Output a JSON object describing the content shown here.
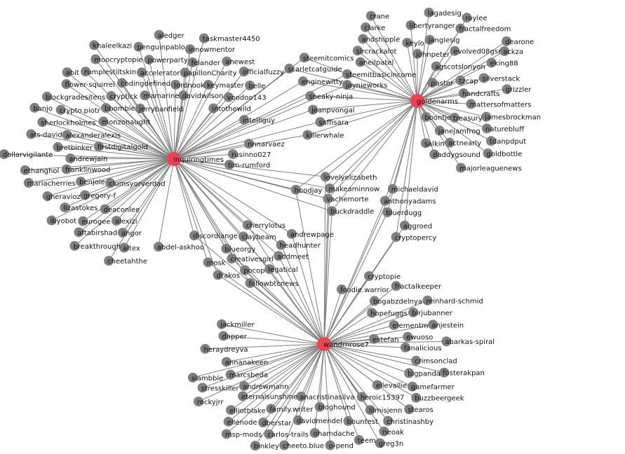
{
  "graph": {
    "edge_color": "#808080",
    "leaf_color": "#808080",
    "hub_color": "#f04150",
    "hubs": [
      {
        "id": "inquiringtimes",
        "label": "inquiringtimes"
      },
      {
        "id": "goldenarms",
        "label": "goldenarms"
      },
      {
        "id": "wandrnrose7",
        "label": "wandrnrose7"
      }
    ],
    "clusters": [
      {
        "id": "inq-leaves",
        "hubs": [
          "inquiringtimes"
        ],
        "labels": [
          "abdel-askhoo",
          "altex",
          "angor",
          "alexizi",
          "cheetahthe",
          "breakthrough",
          "deaconlee",
          "aftabirshad",
          "eurogee",
          "lizastokes",
          "gregory-f",
          "ibyobot",
          "gheravioz",
          "benjoie",
          "franklinwood",
          "clumsyorverdad",
          "mariacherries",
          "andrewjain",
          "ethanghol",
          "bretbinker",
          "alexanderalexis",
          "firstdigitalgold",
          "dollarvigilante",
          "sherlockholmes",
          "ats-david",
          "crypto.piotr",
          "blockgradesitens",
          "monzonaught",
          "bbombie",
          "flower-squirrel",
          "banjo",
          "cryptick",
          "rumplestiltskin",
          "abit",
          "codingdefined",
          "moocryptopie",
          "khaleelkazi",
          "mamarine",
          "accelerator",
          "penguinpablo",
          "powerparty",
          "jerrybanfield",
          "lordnook",
          "aledger",
          "papillonCharity",
          "innowmentor",
          "felander",
          "davidwilson",
          "keymaster",
          "anewest",
          "taskmaster4450",
          "officialfuzzy",
          "voodoo143",
          "intothewild",
          "belle"
        ]
      },
      {
        "id": "inq-solo",
        "hubs": [
          "inquiringtimes"
        ],
        "labels": [
          "intelliguy",
          "nnnarvaez",
          "rusinno027",
          "tim-rumford"
        ]
      },
      {
        "id": "inq-gold",
        "hubs": [
          "inquiringtimes",
          "goldenarms"
        ],
        "labels": [
          "enginewitty",
          "jeanpvongal",
          "saffisara",
          "sneaky-ninja",
          "jaynieworks",
          "steemitbasicincome",
          "scarletcatguide",
          "killerwhale",
          "steemitcomics"
        ]
      },
      {
        "id": "triple",
        "hubs": [
          "inquiringtimes",
          "goldenarms",
          "wandrnrose7"
        ],
        "labels": [
          "vachemorte",
          "buckdraddle",
          "makeaminnow",
          "lovelyelizabeth",
          "hoodjay"
        ]
      },
      {
        "id": "gold-leaves",
        "hubs": [
          "goldenarms"
        ],
        "labels": [
          "sircrackalot",
          "aneilpatel",
          "andshipple",
          "clarke",
          "crane",
          "keylo",
          "libertyranger",
          "johnpeter",
          "janglesig",
          "lagadesig",
          "evolved08gsr",
          "agscotslonyon",
          "fractalfreedom",
          "roylee",
          "eking88",
          "tzcap",
          "silverstack",
          "handcrafts",
          "ackza",
          "dearone",
          "mattersofmatters",
          "pastor",
          "grizzler",
          "jamesbrockman",
          "naturebluff",
          "treasury",
          "tdanpdput",
          "janejamfrog",
          "goldbottle",
          "actnearly",
          "daddygsound",
          "boontje",
          "majorleaguenews",
          "salkin"
        ]
      },
      {
        "id": "gold-wand",
        "hubs": [
          "goldenarms",
          "wandrnrose7"
        ],
        "labels": [
          "aggroed",
          "bluerdugg",
          "anthonyadams",
          "cryptopercy",
          "michaeldavid"
        ]
      },
      {
        "id": "inq-wand",
        "hubs": [
          "inquiringtimes",
          "wandrnrose7"
        ],
        "labels": [
          "drakos",
          "blueorgy",
          "mosk",
          "creativesgirl",
          "pocop",
          "claybeam",
          "legatical",
          "addmeet",
          "followbtcnews",
          "cherrylotus",
          "headhunter",
          "andrewpage",
          "discordiange"
        ]
      },
      {
        "id": "wand-solo",
        "hubs": [
          "wandrnrose7"
        ],
        "labels": [
          "cryptopie",
          "foodie.warrior"
        ]
      },
      {
        "id": "wand-leaves",
        "hubs": [
          "wandrnrose7"
        ],
        "labels": [
          "bogabzdelnya",
          "hopefuggs",
          "fractalkeeper",
          "birjubanner",
          "elementm",
          "reinhard-schmid",
          "anjestein",
          "ewuoso",
          "fanalicious",
          "estefan",
          "abarkas-spiral",
          "crimsonclad",
          "bigpanda",
          "fosterakpan",
          "gamefarmer",
          "ellevallie",
          "buzzbeergeek",
          "stearos",
          "heroic15397",
          "lilmisjenn",
          "christinashby",
          "neoak",
          "greg3n",
          "bountest",
          "teem",
          "ohamdache",
          "o-pend",
          "bloghound",
          "anacristinasilva",
          "cheeto.blue",
          "davidmendel",
          "carlos-trails",
          "family.writer",
          "dberstar",
          "binkley",
          "eternalsunshine",
          "elliotblake",
          "ellenode",
          "msp-mods",
          "andrewmann",
          "marcsbeda",
          "stresskiller",
          "rockyjrr",
          "slambble",
          "annanakeen",
          "heraydreyva",
          "dapper",
          "jackmiller"
        ]
      }
    ]
  }
}
